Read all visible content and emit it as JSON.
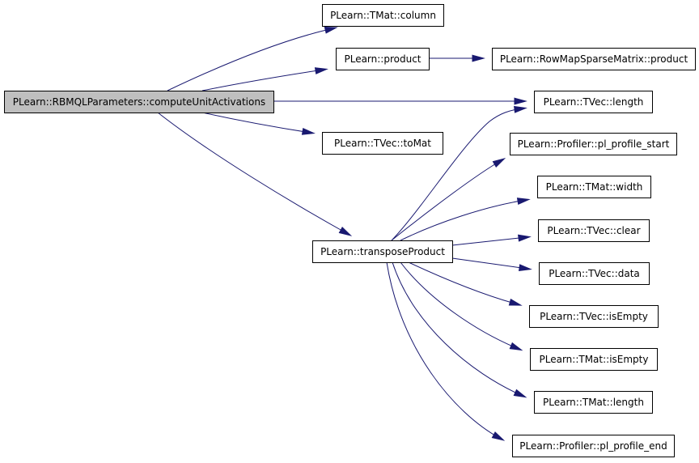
{
  "graph": {
    "nodes": [
      {
        "id": "root",
        "label": "PLearn::RBMQLParameters::computeUnitActivations",
        "root": true
      },
      {
        "id": "column",
        "label": "PLearn::TMat::column"
      },
      {
        "id": "product",
        "label": "PLearn::product"
      },
      {
        "id": "rowmap",
        "label": "PLearn::RowMapSparseMatrix::product"
      },
      {
        "id": "tvec_length",
        "label": "PLearn::TVec::length"
      },
      {
        "id": "tomat",
        "label": "PLearn::TVec::toMat"
      },
      {
        "id": "profile_start",
        "label": "PLearn::Profiler::pl_profile_start"
      },
      {
        "id": "width",
        "label": "PLearn::TMat::width"
      },
      {
        "id": "transpose",
        "label": "PLearn::transposeProduct"
      },
      {
        "id": "clear",
        "label": "PLearn::TVec::clear"
      },
      {
        "id": "data",
        "label": "PLearn::TVec::data"
      },
      {
        "id": "tvec_isempty",
        "label": "PLearn::TVec::isEmpty"
      },
      {
        "id": "tmat_isempty",
        "label": "PLearn::TMat::isEmpty"
      },
      {
        "id": "tmat_length",
        "label": "PLearn::TMat::length"
      },
      {
        "id": "profile_end",
        "label": "PLearn::Profiler::pl_profile_end"
      }
    ],
    "edges": [
      {
        "from": "root",
        "to": "column"
      },
      {
        "from": "root",
        "to": "product"
      },
      {
        "from": "product",
        "to": "rowmap"
      },
      {
        "from": "root",
        "to": "tvec_length"
      },
      {
        "from": "root",
        "to": "tomat"
      },
      {
        "from": "root",
        "to": "transpose"
      },
      {
        "from": "transpose",
        "to": "tvec_length"
      },
      {
        "from": "transpose",
        "to": "profile_start"
      },
      {
        "from": "transpose",
        "to": "width"
      },
      {
        "from": "transpose",
        "to": "clear"
      },
      {
        "from": "transpose",
        "to": "data"
      },
      {
        "from": "transpose",
        "to": "tvec_isempty"
      },
      {
        "from": "transpose",
        "to": "tmat_isempty"
      },
      {
        "from": "transpose",
        "to": "tmat_length"
      },
      {
        "from": "transpose",
        "to": "profile_end"
      }
    ],
    "colors": {
      "edge": "#191970",
      "root_fill": "#bfbfbf",
      "node_fill": "#ffffff",
      "node_border": "#000000"
    }
  }
}
